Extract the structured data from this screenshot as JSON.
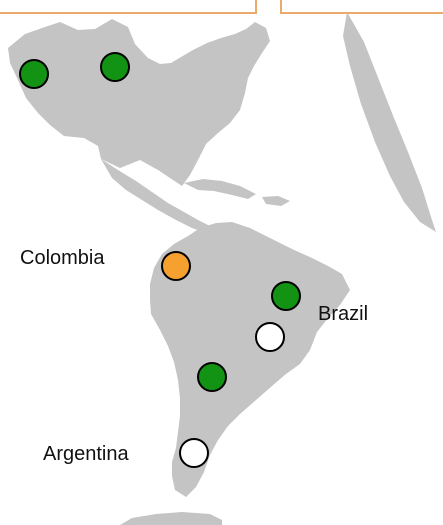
{
  "colors": {
    "land": "#c4c4c4",
    "frame": "#eba96a",
    "marker_green": "#139313",
    "marker_orange": "#f6a02f",
    "marker_white": "#ffffff",
    "marker_outline": "#000000"
  },
  "labels": {
    "colombia": "Colombia",
    "brazil": "Brazil",
    "argentina": "Argentina"
  },
  "markers": [
    {
      "id": "na-west",
      "color": "green"
    },
    {
      "id": "na-great-lakes",
      "color": "green"
    },
    {
      "id": "colombia",
      "color": "orange"
    },
    {
      "id": "brazil-north",
      "color": "green"
    },
    {
      "id": "brazil-south",
      "color": "white"
    },
    {
      "id": "paraguay-area",
      "color": "green"
    },
    {
      "id": "argentina-south",
      "color": "white"
    }
  ]
}
